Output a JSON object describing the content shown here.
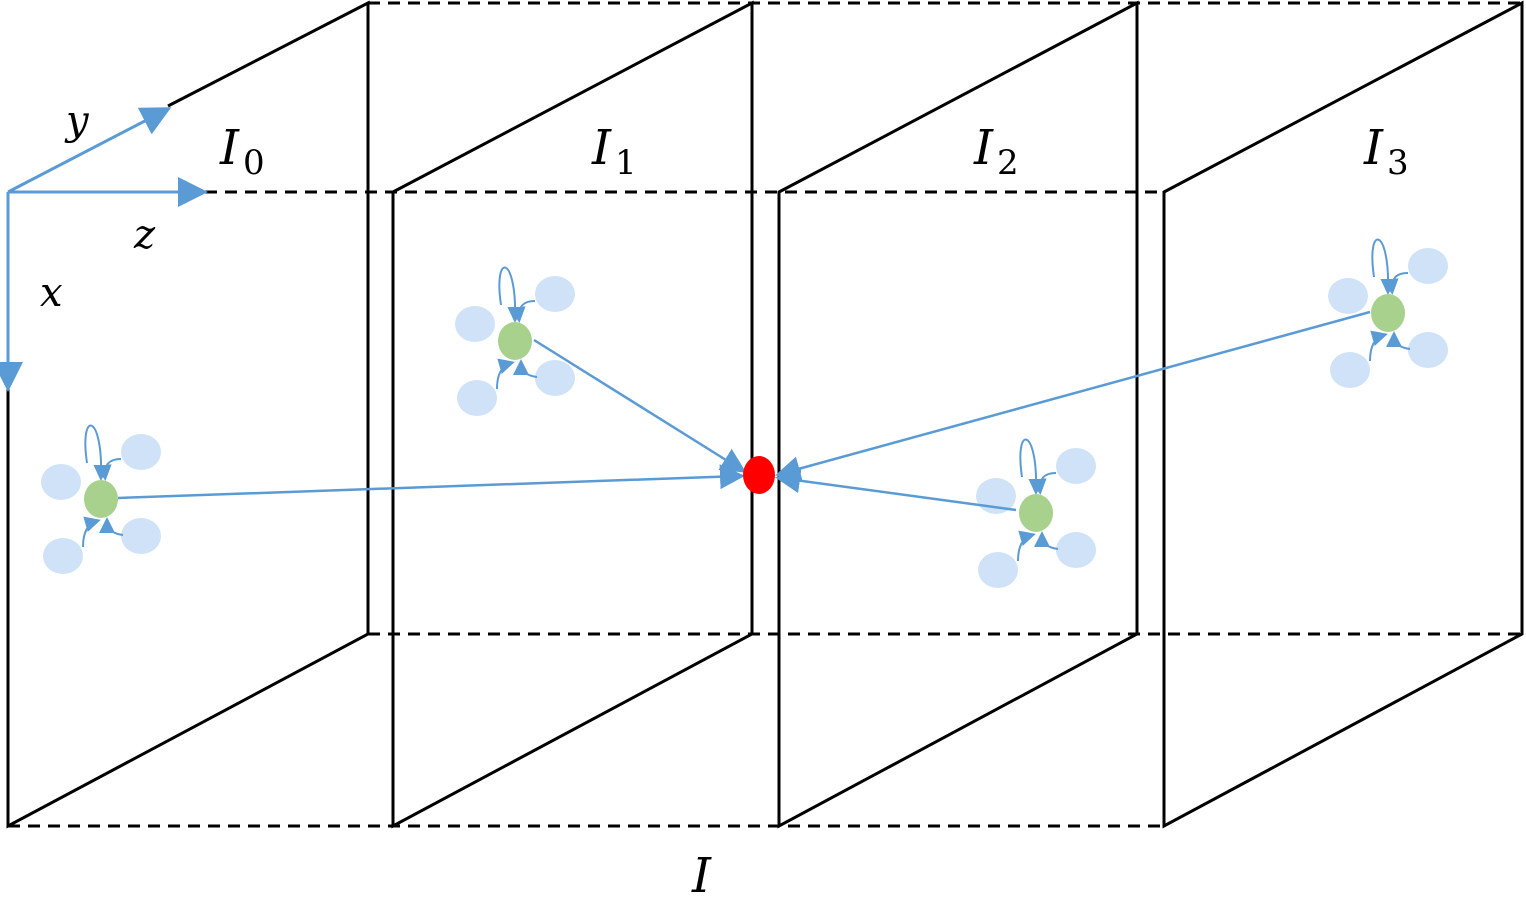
{
  "axes": {
    "x_label": "x",
    "y_label": "y",
    "z_label": "z"
  },
  "frames": [
    {
      "id": "I0",
      "base": "I",
      "sub": "0"
    },
    {
      "id": "I1",
      "base": "I",
      "sub": "1"
    },
    {
      "id": "I2",
      "base": "I",
      "sub": "2"
    },
    {
      "id": "I3",
      "base": "I",
      "sub": "3"
    }
  ],
  "bottom_label": "I",
  "colors": {
    "axis": "#5b9bd5",
    "neighbor_node": "#cfe2f7",
    "center_node": "#a9d18e",
    "target_node": "#ff0000",
    "frame_line": "#000000"
  }
}
